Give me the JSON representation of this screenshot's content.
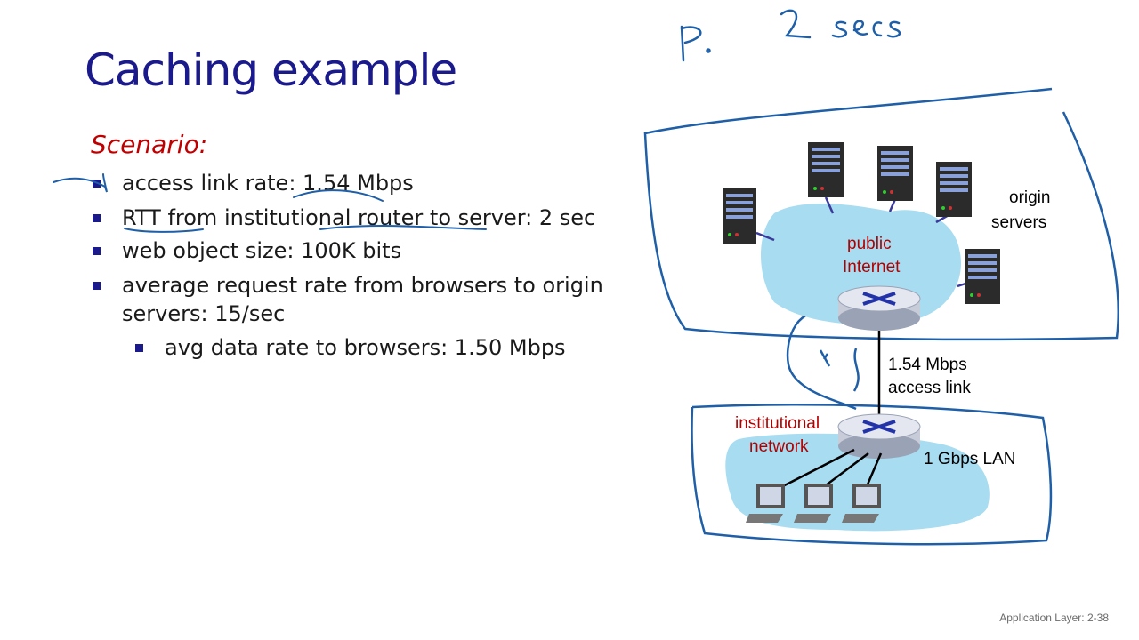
{
  "slide": {
    "title": "Caching example",
    "scenario": "Scenario:",
    "bullets": [
      "access link rate: 1.54 Mbps",
      "RTT from institutional router to server: 2 sec",
      "web object size: 100K bits",
      "average request rate from browsers to origin",
      "servers: 15/sec"
    ],
    "sub_bullet": "avg data rate to browsers: 1.50 Mbps",
    "footer": "Application Layer: 2-38"
  },
  "diagram": {
    "origin_servers": [
      "origin",
      "servers"
    ],
    "public_internet": [
      "public",
      "Internet"
    ],
    "access_link": [
      "1.54 Mbps",
      "access link"
    ],
    "institutional_network": [
      "institutional",
      "network"
    ],
    "lan": "1 Gbps LAN"
  },
  "annotations": {
    "handwritten_top": "P.   2 Secs"
  },
  "colors": {
    "title": "#1a1a8c",
    "scenario": "#c00000",
    "cloud": "#a8dcf0",
    "ink": "#1f5fa8",
    "label_red": "#b00000"
  }
}
